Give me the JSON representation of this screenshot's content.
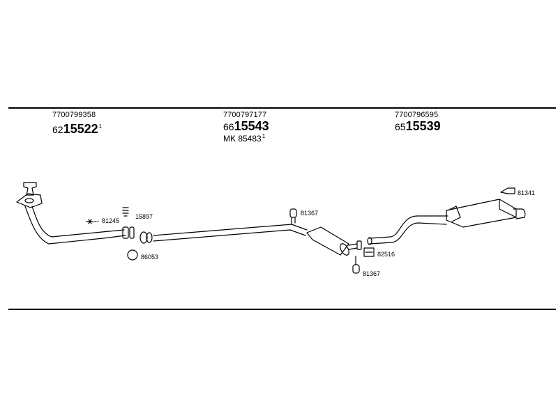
{
  "headers": [
    {
      "oe": "7700799358",
      "prefix": "62",
      "part": "15522",
      "sup": "1",
      "mk": "",
      "mk_sup": ""
    },
    {
      "oe": "7700797177",
      "prefix": "66",
      "part": "15543",
      "sup": "",
      "mk": "MK  85483",
      "mk_sup": "1"
    },
    {
      "oe": "7700796595",
      "prefix": "65",
      "part": "15539",
      "sup": "",
      "mk": "",
      "mk_sup": ""
    }
  ],
  "callouts": {
    "c1": "81245",
    "c2": "15897",
    "c3": "86053",
    "c4": "81367",
    "c5": "81367",
    "c6": "82516",
    "c7": "81341"
  }
}
